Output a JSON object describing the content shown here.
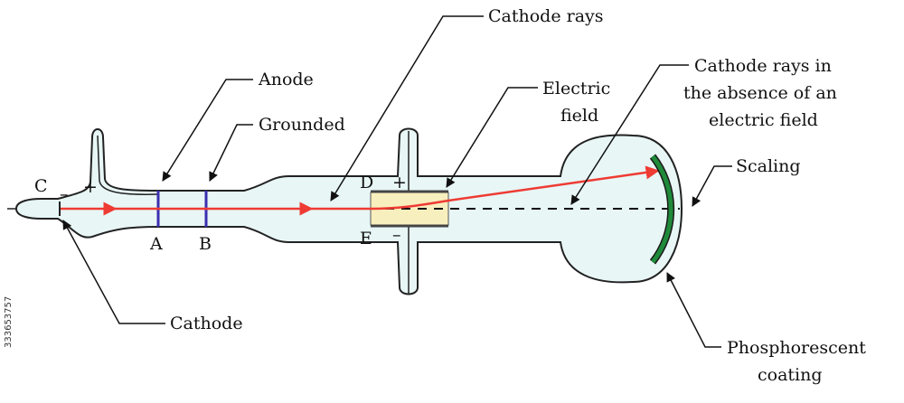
{
  "labels": {
    "cathode_rays": "Cathode rays",
    "anode": "Anode",
    "grounded": "Grounded",
    "electric_field_1": "Electric",
    "electric_field_2": "field",
    "absence_1": "Cathode rays in",
    "absence_2": "the absence of an",
    "absence_3": "electric field",
    "scaling": "Scaling",
    "cathode": "Cathode",
    "phosphor_1": "Phosphorescent",
    "phosphor_2": "coating"
  },
  "markers": {
    "C": "C",
    "A": "A",
    "B": "B",
    "D": "D",
    "E": "E",
    "plus": "+",
    "minus": "–"
  },
  "stock_id": "333653757",
  "colors": {
    "tube_fill": "#e8f6f6",
    "tube_stroke": "#222222",
    "ray": "#ee3b33",
    "plate_fill": "#f8efbe",
    "plate_stroke": "#444444",
    "anode_line": "#3b2fb0",
    "scale": "#1f8a3a"
  }
}
